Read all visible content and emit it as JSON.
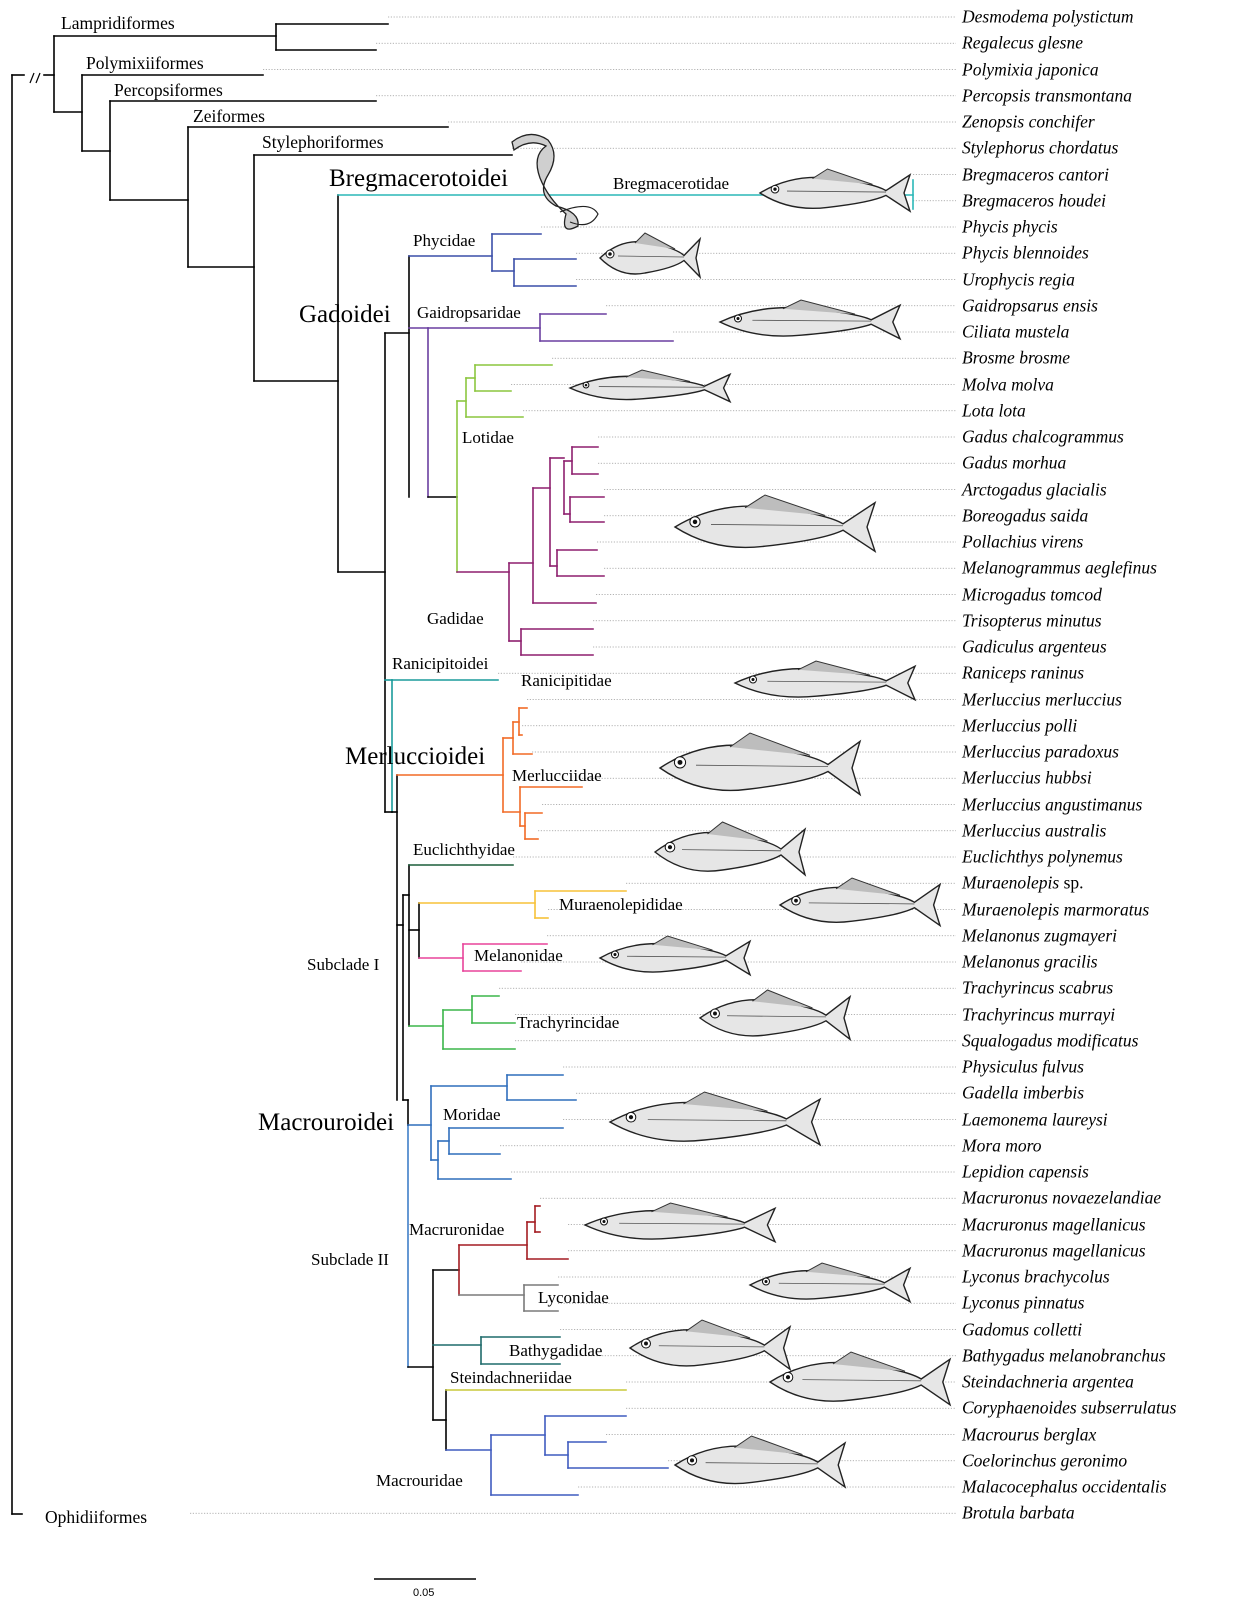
{
  "species": [
    {
      "genus": "Desmodema polystictum",
      "suffix": ""
    },
    {
      "genus": "Regalecus glesne",
      "suffix": ""
    },
    {
      "genus": "Polymixia japonica",
      "suffix": ""
    },
    {
      "genus": "Percopsis transmontana",
      "suffix": ""
    },
    {
      "genus": "Zenopsis conchifer",
      "suffix": ""
    },
    {
      "genus": "Stylephorus chordatus",
      "suffix": ""
    },
    {
      "genus": "Bregmaceros cantori",
      "suffix": ""
    },
    {
      "genus": "Bregmaceros houdei",
      "suffix": ""
    },
    {
      "genus": "Phycis phycis",
      "suffix": ""
    },
    {
      "genus": "Phycis blennoides",
      "suffix": ""
    },
    {
      "genus": "Urophycis regia",
      "suffix": ""
    },
    {
      "genus": "Gaidropsarus ensis",
      "suffix": ""
    },
    {
      "genus": "Ciliata mustela",
      "suffix": ""
    },
    {
      "genus": "Brosme brosme",
      "suffix": ""
    },
    {
      "genus": "Molva molva",
      "suffix": ""
    },
    {
      "genus": "Lota lota",
      "suffix": ""
    },
    {
      "genus": "Gadus chalcogrammus",
      "suffix": ""
    },
    {
      "genus": "Gadus morhua",
      "suffix": ""
    },
    {
      "genus": "Arctogadus glacialis",
      "suffix": ""
    },
    {
      "genus": "Boreogadus saida",
      "suffix": ""
    },
    {
      "genus": "Pollachius virens",
      "suffix": ""
    },
    {
      "genus": "Melanogrammus aeglefinus",
      "suffix": ""
    },
    {
      "genus": "Microgadus tomcod",
      "suffix": ""
    },
    {
      "genus": "Trisopterus minutus",
      "suffix": ""
    },
    {
      "genus": "Gadiculus argenteus",
      "suffix": ""
    },
    {
      "genus": "Raniceps raninus",
      "suffix": ""
    },
    {
      "genus": "Merluccius merluccius",
      "suffix": ""
    },
    {
      "genus": "Merluccius polli",
      "suffix": ""
    },
    {
      "genus": "Merluccius paradoxus",
      "suffix": ""
    },
    {
      "genus": "Merluccius hubbsi",
      "suffix": ""
    },
    {
      "genus": "Merluccius angustimanus",
      "suffix": ""
    },
    {
      "genus": "Merluccius australis",
      "suffix": ""
    },
    {
      "genus": "Euclichthys polynemus",
      "suffix": ""
    },
    {
      "genus": "Muraenolepis",
      "suffix": " sp."
    },
    {
      "genus": "Muraenolepis marmoratus",
      "suffix": ""
    },
    {
      "genus": "Melanonus zugmayeri",
      "suffix": ""
    },
    {
      "genus": "Melanonus gracilis",
      "suffix": ""
    },
    {
      "genus": "Trachyrincus scabrus",
      "suffix": ""
    },
    {
      "genus": "Trachyrincus murrayi",
      "suffix": ""
    },
    {
      "genus": "Squalogadus modificatus",
      "suffix": ""
    },
    {
      "genus": "Physiculus fulvus",
      "suffix": ""
    },
    {
      "genus": "Gadella imberbis",
      "suffix": ""
    },
    {
      "genus": "Laemonema laureysi",
      "suffix": ""
    },
    {
      "genus": "Mora moro",
      "suffix": ""
    },
    {
      "genus": "Lepidion capensis",
      "suffix": ""
    },
    {
      "genus": "Macruronus novaezelandiae",
      "suffix": ""
    },
    {
      "genus": "Macruronus magellanicus",
      "suffix": ""
    },
    {
      "genus": "Macruronus magellanicus",
      "suffix": ""
    },
    {
      "genus": "Lyconus brachycolus",
      "suffix": ""
    },
    {
      "genus": "Lyconus pinnatus",
      "suffix": ""
    },
    {
      "genus": "Gadomus colletti",
      "suffix": ""
    },
    {
      "genus": "Bathygadus melanobranchus",
      "suffix": ""
    },
    {
      "genus": "Steindachneria argentea",
      "suffix": ""
    },
    {
      "genus": "Coryphaenoides subserrulatus",
      "suffix": ""
    },
    {
      "genus": "Macrourus berglax",
      "suffix": ""
    },
    {
      "genus": "Coelorinchus geronimo",
      "suffix": ""
    },
    {
      "genus": "Malacocephalus occidentalis",
      "suffix": ""
    },
    {
      "genus": "Brotula barbata",
      "suffix": ""
    }
  ],
  "orders": {
    "lampridiformes": "Lampridiformes",
    "polymixiiformes": "Polymixiiformes",
    "percopsiformes": "Percopsiformes",
    "zeiformes": "Zeiformes",
    "stylephoriformes": "Stylephoriformes",
    "ophidiiformes": "Ophidiiformes"
  },
  "suborders": {
    "bregmacerotoidei": "Bregmacerotoidei",
    "gadoidei": "Gadoidei",
    "merluccioidei": "Merluccioidei",
    "macrouroidei": "Macrouroidei",
    "ranicipitoidei": "Ranicipitoidei"
  },
  "families": {
    "bregmacerotidae": "Bregmacerotidae",
    "phycidae": "Phycidae",
    "gaidropsaridae": "Gaidropsaridae",
    "lotidae": "Lotidae",
    "gadidae": "Gadidae",
    "ranicipitidae": "Ranicipitidae",
    "merlucciidae": "Merlucciidae",
    "euclichthyidae": "Euclichthyidae",
    "muraenolepididae": "Muraenolepididae",
    "melanonidae": "Melanonidae",
    "trachyrincidae": "Trachyrincidae",
    "moridae": "Moridae",
    "macruronidae": "Macruronidae",
    "lyconidae": "Lyconidae",
    "bathygadidae": "Bathygadidae",
    "steindachneriidae": "Steindachneriidae",
    "macrouridae": "Macrouridae"
  },
  "subclades": {
    "one": "Subclade I",
    "two": "Subclade II"
  },
  "break_mark": "//",
  "scale_bar": {
    "label": "0.05",
    "value": 0.05
  },
  "colors": {
    "backbone": "#000000",
    "bregmacerotoidei": "#2ab7b7",
    "phycidae": "#3a4fa8",
    "gaidropsaridae": "#6a3fa0",
    "lotidae": "#8cc63f",
    "gadidae": "#8e1f6e",
    "ranicipitoidei": "#1a9b9b",
    "merlucciidae": "#f26a25",
    "euclichthyidae": "#1c5e3a",
    "muraenolepididae": "#f7c238",
    "melanonidae": "#e8439a",
    "trachyrincidae": "#3bb54a",
    "moridae": "#2f6ebc",
    "macrouroidei": "#3f7fc8",
    "macruronidae": "#a31c22",
    "lyconidae": "#7a7a7a",
    "bathygadidae": "#1f6b6b",
    "steindachneriidae": "#c9c93a",
    "macrouridae": "#3f5bbf",
    "guide": "#9a9a9a"
  }
}
